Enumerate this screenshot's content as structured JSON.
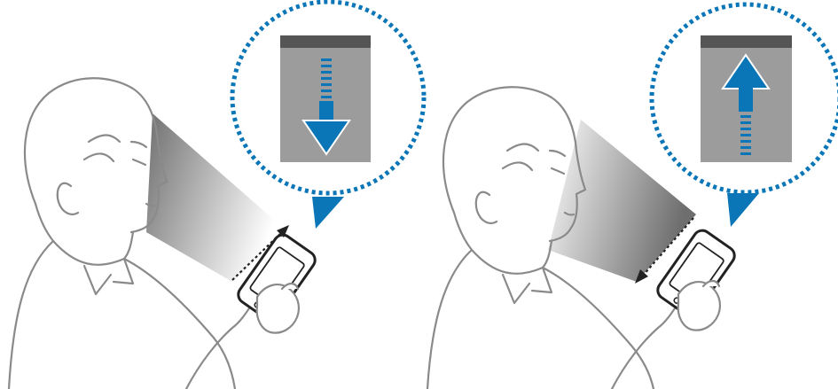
{
  "figure": {
    "panels": [
      {
        "id": "tilt-down",
        "arrow": "down"
      },
      {
        "id": "tilt-up",
        "arrow": "up"
      }
    ]
  },
  "colors": {
    "outline": "#8a8a8a",
    "accent": "#0a76b7",
    "screen_bg": "#9c9c9c",
    "screen_bar": "#555555",
    "beam_dark": "#6e6e6e",
    "beam_light": "#ffffff"
  },
  "icons": {
    "scroll_down": "arrow-down-icon",
    "scroll_up": "arrow-up-icon"
  }
}
